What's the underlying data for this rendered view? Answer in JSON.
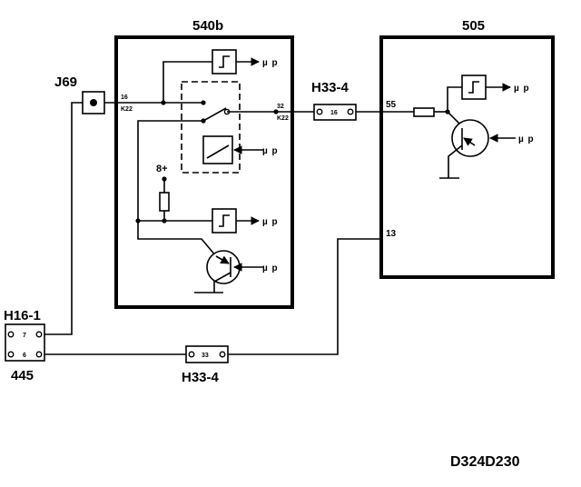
{
  "labels": {
    "module_540b": "540b",
    "module_505": "505",
    "connector_j69": "J69",
    "connector_h16_1": "H16-1",
    "label_445": "445",
    "connector_h33_4_top": "H33-4",
    "connector_h33_4_bottom": "H33-4",
    "power_8plus": "8+",
    "drawing_id": "D324D230"
  },
  "pins": {
    "pin_16": "16",
    "pin_k22_left": "K22",
    "pin_32": "32",
    "pin_k22_right": "K22",
    "h33_top_pin": "16",
    "pin_55": "55",
    "pin_13": "13",
    "h16_pin_7": "7",
    "h16_pin_6": "6",
    "h33_bottom_pin": "33"
  },
  "mu_p": "µ p"
}
